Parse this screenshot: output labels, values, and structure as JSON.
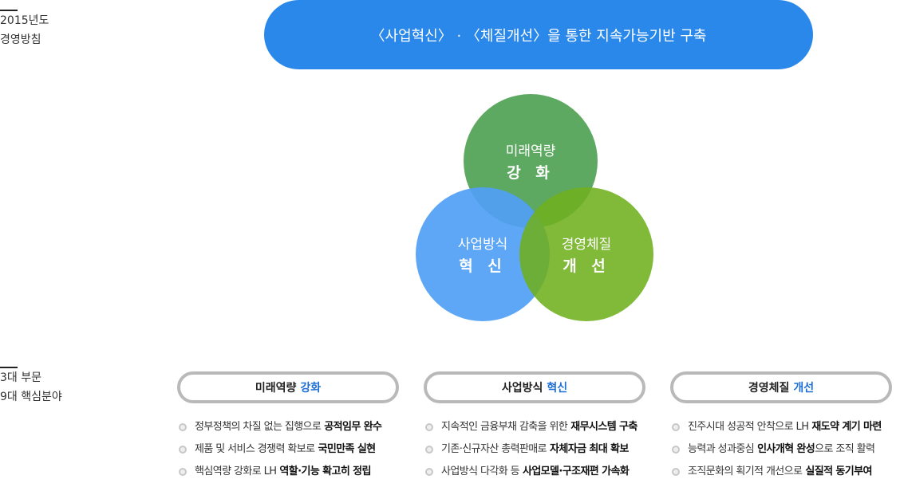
{
  "labels": {
    "policy": [
      "2015년도",
      "경영방침"
    ],
    "areas": [
      "3대 부문",
      "9대 핵심분야"
    ]
  },
  "banner": "〈사업혁신〉 · 〈체질개선〉을 통한 지속가능기반 구축",
  "venn": [
    {
      "line1": "미래역량",
      "line2": "강 화",
      "color": "#4ca050"
    },
    {
      "line1": "사업방식",
      "line2": "혁 신",
      "color": "#50a0f5"
    },
    {
      "line1": "경영체질",
      "line2": "개 선",
      "color": "#70af1e"
    }
  ],
  "columns": [
    {
      "title": "미래역량",
      "highlight": "강화",
      "items": [
        {
          "text": "정부정책의 차질 없는 집행으로",
          "bold": "공적임무 완수"
        },
        {
          "text": "제품 및 서비스 경쟁력 확보로",
          "bold": "국민만족 실현"
        },
        {
          "text": "핵심역량 강화로 LH",
          "bold": "역할·기능 확고히 정립"
        }
      ]
    },
    {
      "title": "사업방식",
      "highlight": "혁신",
      "items": [
        {
          "text": "지속적인 금융부채 감축을 위한",
          "bold": "재무시스템 구축"
        },
        {
          "text": "기존·신규자산 총력판매로",
          "bold": "자체자금 최대 확보"
        },
        {
          "text": "사업방식 다각화 등",
          "bold": "사업모델·구조재편 가속화"
        }
      ]
    },
    {
      "title": "경영체질",
      "highlight": "개선",
      "items": [
        {
          "text": "진주시대 성공적 안착으로 LH",
          "bold": "재도약 계기 마련"
        },
        {
          "text": "능력과 성과중심",
          "bold": "인사개혁 완성",
          "tail": "으로 조직 활력"
        },
        {
          "text": "조직문화의 획기적 개선으로",
          "bold": "실질적 동기부여"
        }
      ]
    }
  ]
}
